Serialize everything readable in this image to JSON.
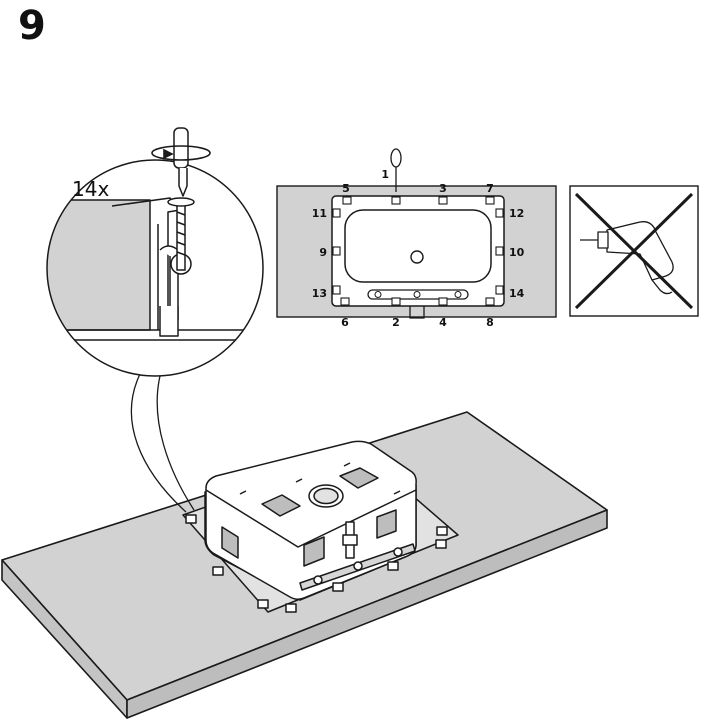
{
  "step": {
    "number": "9"
  },
  "detail_callout": {
    "quantity": "14x"
  },
  "clip_positions": {
    "top": [
      "5",
      "3",
      "7"
    ],
    "left": [
      "11",
      "9",
      "13"
    ],
    "right": [
      "12",
      "10",
      "14"
    ],
    "bottom": [
      "6",
      "2",
      "4",
      "8"
    ],
    "first": "1"
  },
  "colors": {
    "surface": "#d2d2d2",
    "line": "#1a1a1a",
    "paper": "#ffffff"
  },
  "icons": {
    "tool": "screwdriver-icon",
    "prohibited": "no-power-drill-icon"
  }
}
